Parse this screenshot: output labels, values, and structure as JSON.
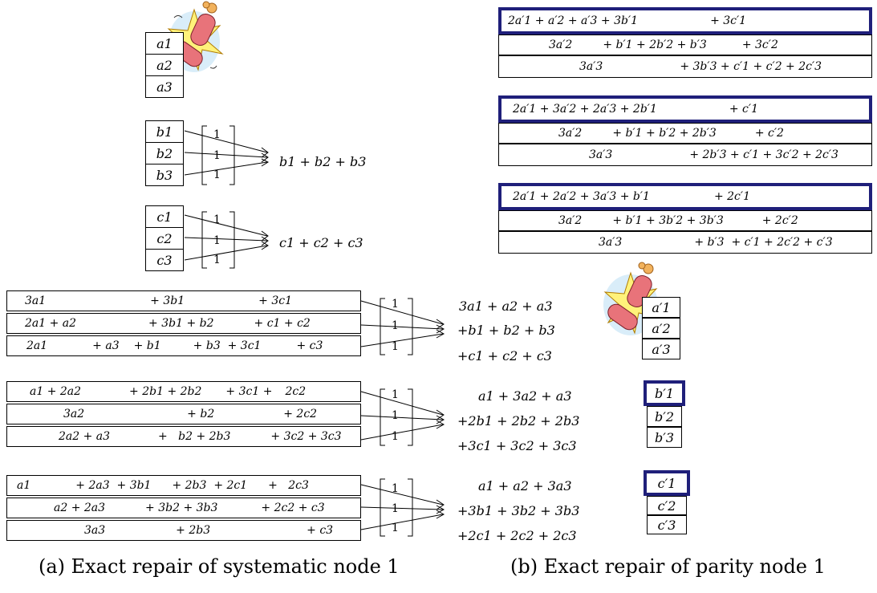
{
  "colors": {
    "highlight": "#1f1f7a",
    "line": "#000000"
  },
  "left_nodes": {
    "a": [
      "a1",
      "a2",
      "a3"
    ],
    "b": [
      "b1",
      "b2",
      "b3"
    ],
    "c": [
      "c1",
      "c2",
      "c3"
    ]
  },
  "ones": "1",
  "sums": {
    "b": "b1 + b2 + b3",
    "c": "c1 + c2 + c3"
  },
  "left_parity_1": {
    "rows": [
      [
        "3a1",
        "+ 3b1",
        "+ 3c1"
      ],
      [
        "2a1 + a2",
        "+ 3b1 + b2",
        "+ c1 + c2"
      ],
      [
        "2a1",
        "+ a3",
        "+ b1",
        "+ b3  + 3c1",
        "+ c3"
      ]
    ],
    "result": [
      "3a1 + a2 + a3",
      "+b1 + b2 + b3",
      "+c1 + c2 + c3"
    ]
  },
  "left_parity_2": {
    "rows": [
      [
        "a1 + 2a2",
        "+ 2b1 + 2b2",
        "+ 3c1 +",
        "2c2"
      ],
      [
        "3a2",
        "+ b2",
        "+ 2c2"
      ],
      [
        "2a2 + a3",
        "+   b2 + 2b3",
        "+ 3c2 + 3c3"
      ]
    ],
    "result": [
      "a1 + 3a2 + a3",
      "+2b1 + 2b2 + 2b3",
      "+3c1 + 3c2 + 3c3"
    ]
  },
  "left_parity_3": {
    "rows": [
      [
        "a1",
        "+ 2a3  + 3b1",
        "+ 2b3  + 2c1",
        "+   2c3"
      ],
      [
        "a2 + 2a3",
        "+ 3b2 + 3b3",
        "+ 2c2 + c3"
      ],
      [
        "3a3",
        "+ 2b3",
        "+ c3"
      ]
    ],
    "result": [
      "a1 + a2 + 3a3",
      "+3b1 + 3b2 + 3b3",
      "+2c1 + 2c2 + 2c3"
    ]
  },
  "right_groups": [
    {
      "rows": [
        [
          "2a′1 + a′2 + a′3 + 3b′1",
          "+ 3c′1"
        ],
        [
          "3a′2",
          "+ b′1 + 2b′2 + b′3",
          "+ 3c′2"
        ],
        [
          "3a′3",
          "+ 3b′3 + c′1 + c′2 + 2c′3"
        ]
      ]
    },
    {
      "rows": [
        [
          "2a′1 + 3a′2 + 2a′3 + 2b′1",
          "+ c′1"
        ],
        [
          "3a′2",
          "+ b′1 + b′2 + 2b′3",
          "+ c′2"
        ],
        [
          "3a′3",
          "+ 2b′3 + c′1 + 3c′2 + 2c′3"
        ]
      ]
    },
    {
      "rows": [
        [
          "2a′1 + 2a′2 + 3a′3 + b′1",
          "+ 2c′1"
        ],
        [
          "3a′2",
          "+ b′1 + 3b′2 + 3b′3",
          "+ 2c′2"
        ],
        [
          "3a′3",
          "+ b′3  + c′1 + 2c′2 + c′3"
        ]
      ]
    }
  ],
  "right_nodes": {
    "a": [
      "a′1",
      "a′2",
      "a′3"
    ],
    "b": [
      "b′1",
      "b′2",
      "b′3"
    ],
    "c": [
      "c′1",
      "c′2",
      "c′3"
    ]
  },
  "captions": {
    "left": "(a) Exact repair of systematic node 1",
    "right": "(b) Exact repair of parity node 1"
  }
}
